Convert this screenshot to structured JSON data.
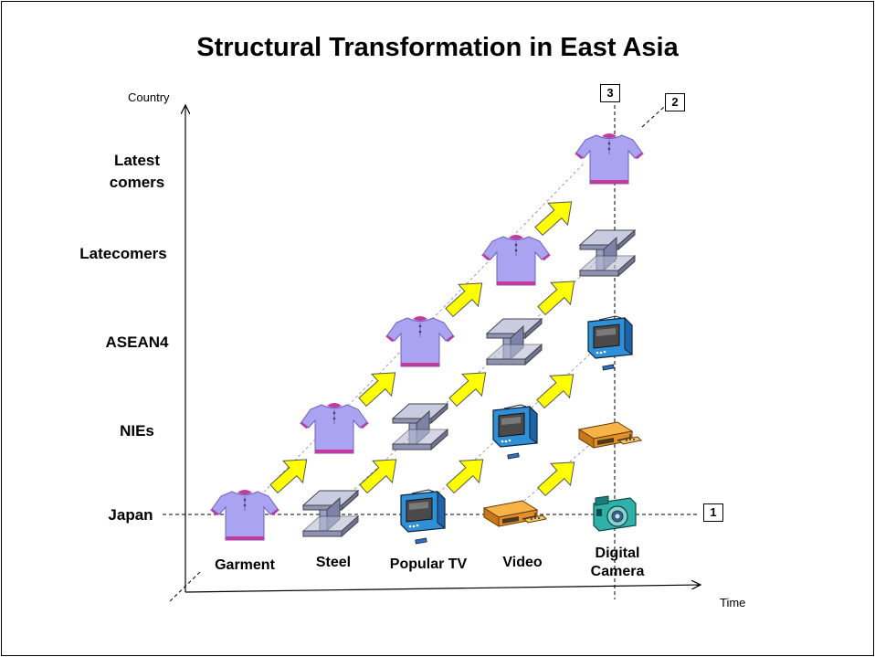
{
  "title": "Structural Transformation in East Asia",
  "axes": {
    "y_label": "Country",
    "x_label": "Time"
  },
  "countries": [
    "Latest comers",
    "Latecomers",
    "ASEAN4",
    "NIEs",
    "Japan"
  ],
  "products": [
    "Garment",
    "Steel",
    "Popular TV",
    "Video",
    "Digital Camera"
  ],
  "markers": [
    "1",
    "2",
    "3"
  ],
  "icons": {
    "garment": "shirt-icon",
    "steel": "steel-beam-icon",
    "tv": "television-icon",
    "video": "vcr-icon",
    "camera": "camera-icon"
  },
  "colors": {
    "arrow_fill": "#ffff00",
    "shirt": "#a9a3f2",
    "steel": "#9aa0c8",
    "tv": "#2f90d8",
    "video": "#f2a23a",
    "camera": "#2fb0a8"
  }
}
